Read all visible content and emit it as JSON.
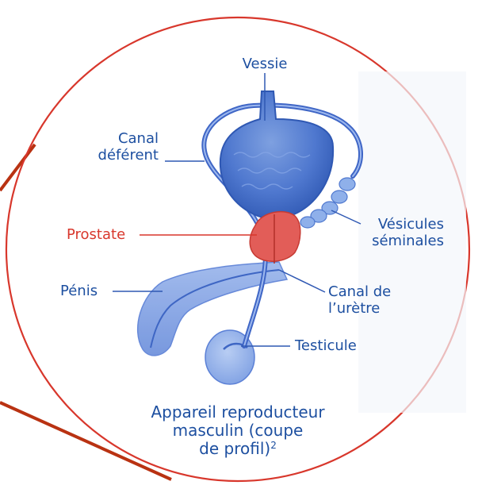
{
  "colors": {
    "outline_red": "#d8372c",
    "label_blue": "#1d4fa0",
    "organ_blue": "#4a72c9",
    "prostate_red": "#e25d58",
    "connector_dark_red": "#b93212"
  },
  "labels": {
    "vessie": "Vessie",
    "canal_deferent": [
      "Canal",
      "déférent"
    ],
    "prostate": "Prostate",
    "vesicules": [
      "Vésicules",
      "séminales"
    ],
    "penis": "Pénis",
    "canal_uretre": [
      "Canal de",
      "l’urètre"
    ],
    "testicule": "Testicule"
  },
  "caption": {
    "lines": [
      "Appareil reproducteur",
      "masculin (coupe",
      "de profil)"
    ],
    "superscript": "2"
  }
}
